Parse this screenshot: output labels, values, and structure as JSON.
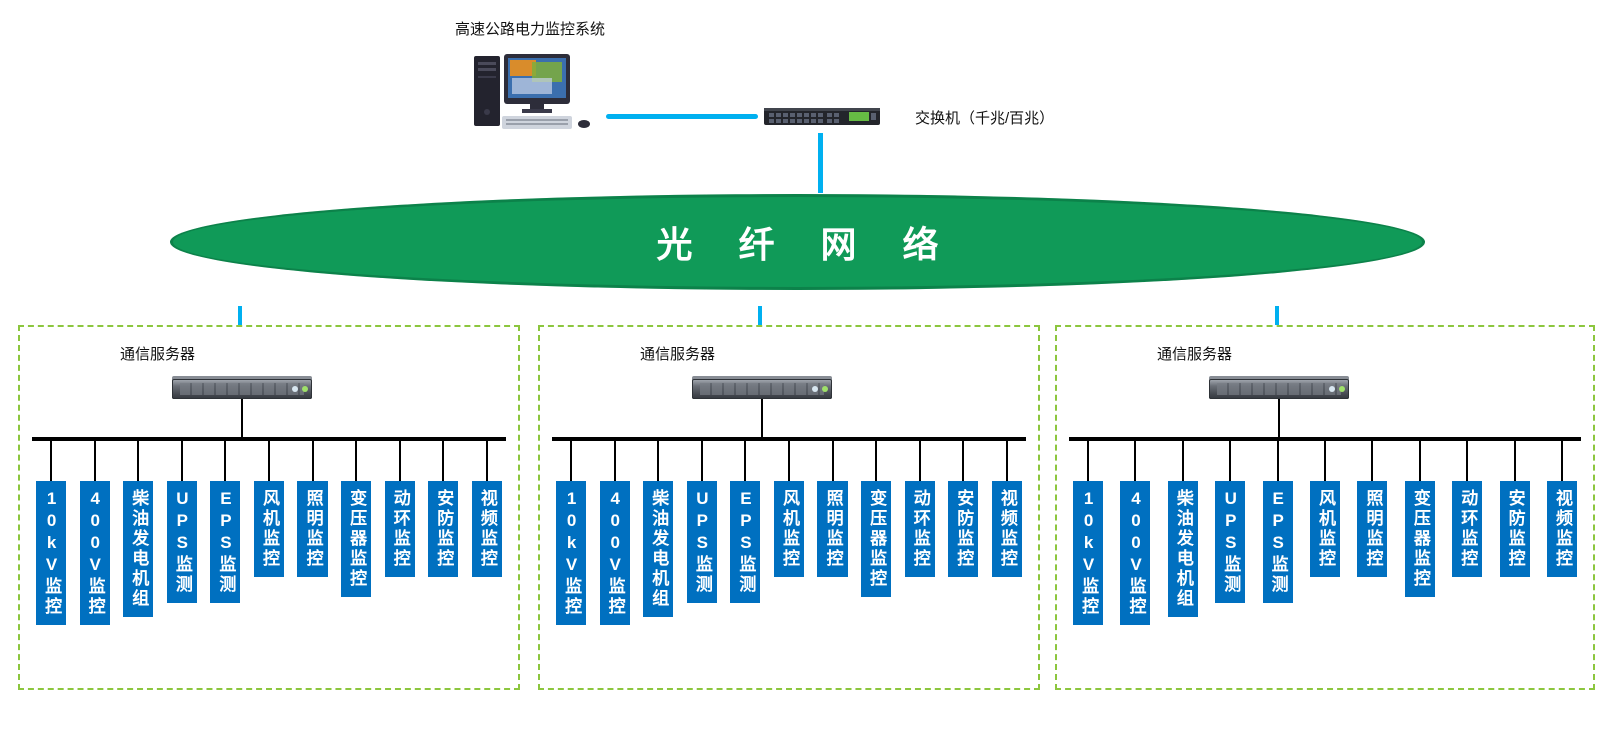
{
  "title": "高速公路电力监控系统",
  "switch": {
    "label": "交换机（千兆/百兆）"
  },
  "network": {
    "label": "光 纤 网 络"
  },
  "groups": {
    "server_label": "通信服务器",
    "items": [
      "10kV监控",
      "400V监控",
      "柴油发电机组",
      "UPS监测",
      "EPS监测",
      "风机监控",
      "照明监控",
      "变压器监控",
      "动环监控",
      "安防监控",
      "视频监控"
    ]
  },
  "colors": {
    "network_green": "#109a58",
    "label_blue": "#0070c0",
    "line_cyan": "#00b0f0",
    "box_border_green": "#8cc63e",
    "bus_black": "#000000"
  }
}
